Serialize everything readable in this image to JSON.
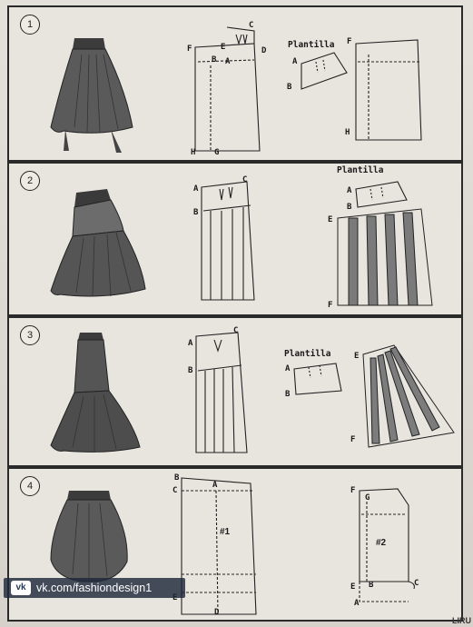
{
  "panels": [
    {
      "number": "1",
      "plantilla": "Plantilla",
      "labels": [
        "C",
        "F",
        "E",
        "D",
        "A",
        "B",
        "H",
        "G",
        "F",
        "H",
        "A",
        "B"
      ]
    },
    {
      "number": "2",
      "plantilla": "Plantilla",
      "labels": [
        "C",
        "A",
        "B",
        "A",
        "B",
        "E",
        "F"
      ]
    },
    {
      "number": "3",
      "plantilla": "Plantilla",
      "labels": [
        "C",
        "A",
        "B",
        "A",
        "B",
        "E",
        "F"
      ]
    },
    {
      "number": "4",
      "labels": [
        "B",
        "A",
        "C",
        "E",
        "D",
        "F",
        "G",
        "E",
        "B",
        "C",
        "A"
      ],
      "piece1": "#1",
      "piece2": "#2"
    }
  ],
  "watermark": {
    "logo": "vk",
    "text": "vk.com/fashiondesign1"
  },
  "corner_mark": "LIRU"
}
